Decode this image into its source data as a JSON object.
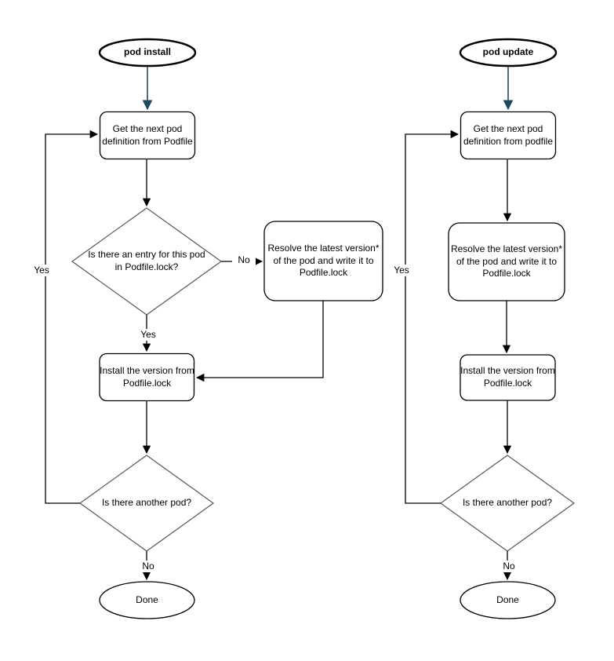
{
  "colors": {
    "start_arrow": "#1d4a63",
    "edge": "#000000",
    "decision_stroke": "#575757",
    "shape_stroke": "#000000",
    "background": "#ffffff"
  },
  "flows": {
    "left": {
      "start_label": "pod install",
      "get_step": "Get the next pod definition from Podfile",
      "entry_decision": "Is there an entry for this pod in Podfile.lock?",
      "no_label": "No",
      "resolve_step": "Resolve the latest version* of the pod and write it to Podfile.lock",
      "yes_label": "Yes",
      "install_step": "Install the version from Podfile.lock",
      "another_decision": "Is there another pod?",
      "loop_yes_label": "Yes",
      "done_no_label": "No",
      "end_label": "Done"
    },
    "right": {
      "start_label": "pod update",
      "get_step": "Get the next pod definition from podfile",
      "resolve_step": "Resolve the latest version* of the pod and write it to Podfile.lock",
      "install_step": "Install the version from Podfile.lock",
      "another_decision": "Is there another pod?",
      "loop_yes_label": "Yes",
      "done_no_label": "No",
      "end_label": "Done"
    }
  }
}
